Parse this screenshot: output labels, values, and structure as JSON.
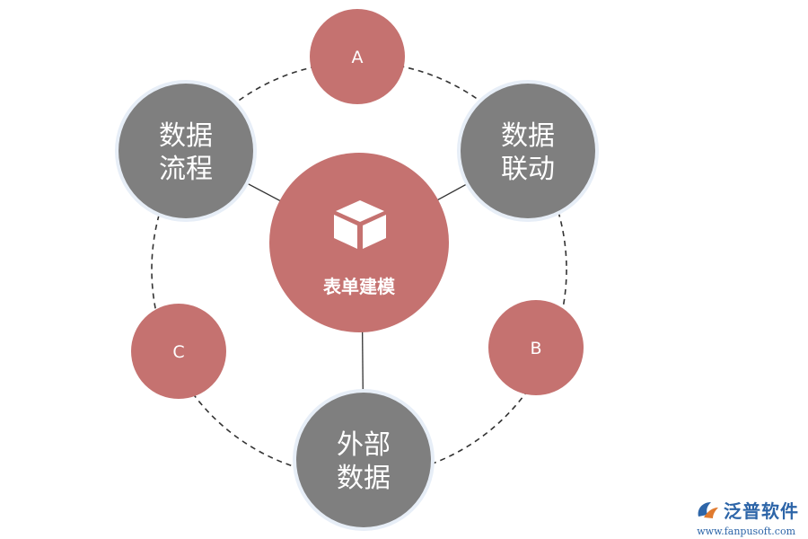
{
  "center": {
    "label": "表单建模",
    "icon": "cube-icon",
    "color": "#c57270"
  },
  "nodes": [
    {
      "id": "A",
      "label": "A",
      "kind": "small",
      "color": "#c57270"
    },
    {
      "id": "data-linkage",
      "lines": [
        "数据",
        "联动"
      ],
      "kind": "large",
      "color": "#7f7f7f"
    },
    {
      "id": "B",
      "label": "B",
      "kind": "small",
      "color": "#c57270"
    },
    {
      "id": "external-data",
      "lines": [
        "外部",
        "数据"
      ],
      "kind": "large",
      "color": "#7f7f7f"
    },
    {
      "id": "C",
      "label": "C",
      "kind": "small",
      "color": "#c57270"
    },
    {
      "id": "data-flow",
      "lines": [
        "数据",
        "流程"
      ],
      "kind": "large",
      "color": "#7f7f7f"
    }
  ],
  "brand": {
    "name": "泛普软件",
    "url": "www.fanpusoft.com",
    "color": "#2d65a8"
  }
}
